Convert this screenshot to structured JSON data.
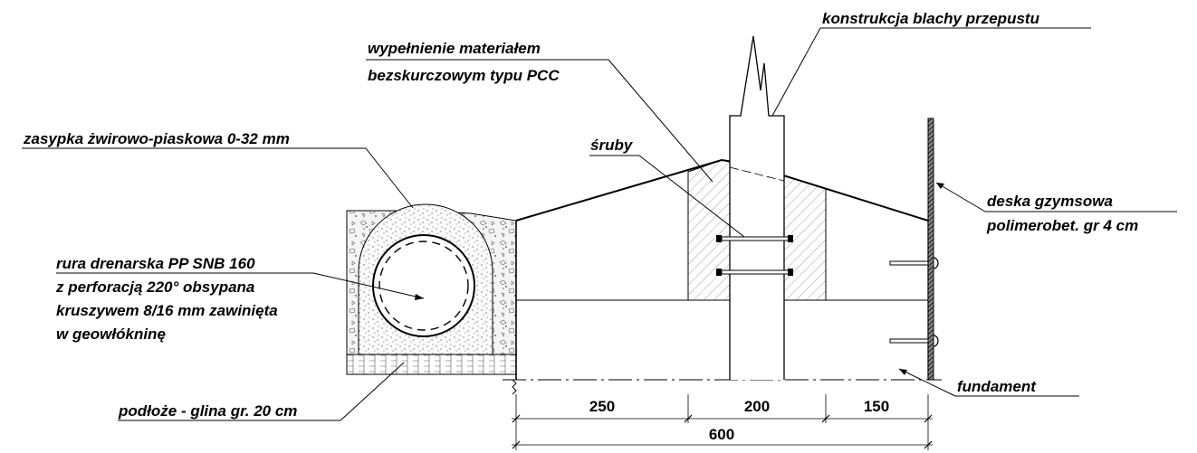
{
  "labels": {
    "konstrukcja": "konstrukcja blachy przepustu",
    "wypelnienie_1": "wypełnienie materiałem",
    "wypelnienie_2": "bezskurczowym typu PCC",
    "zasypka": "zasypka żwirowo-piaskowa 0-32 mm",
    "sruby": "śruby",
    "deska_1": "deska gzymsowa",
    "deska_2": "polimerobet. gr 4 cm",
    "rura_1": "rura drenarska PP SNB 160",
    "rura_2": "z perforacją 220° obsypana",
    "rura_3": "kruszywem 8/16 mm  zawinięta",
    "rura_4": "w geowłókninę",
    "fundament": "fundament",
    "podloze": "podłoże - glina gr. 20 cm"
  },
  "dimensions": {
    "d1": "250",
    "d2": "200",
    "d3": "150",
    "total": "600"
  }
}
